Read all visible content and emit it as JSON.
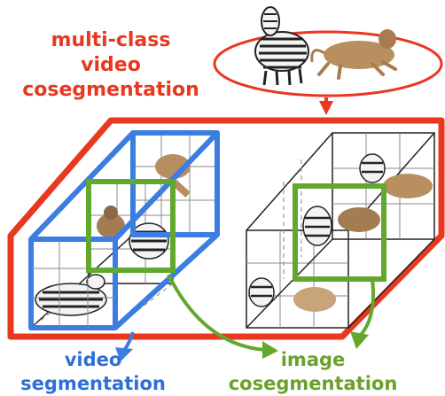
{
  "title": {
    "lines": [
      "multi-class",
      "video",
      "cosegmentation"
    ],
    "color": "#e8381f"
  },
  "labels": {
    "video_segmentation": {
      "lines": [
        "video",
        "segmentation"
      ],
      "color": "#2f6fd6"
    },
    "image_cosegmentation": {
      "lines": [
        "image",
        "cosegmentation"
      ],
      "color": "#6aa12b"
    }
  },
  "colors": {
    "red": "#e8381f",
    "blue": "#3b7de0",
    "green": "#62a82e",
    "grid": "#222222"
  },
  "objects": [
    "zebra-image",
    "lion-image"
  ]
}
